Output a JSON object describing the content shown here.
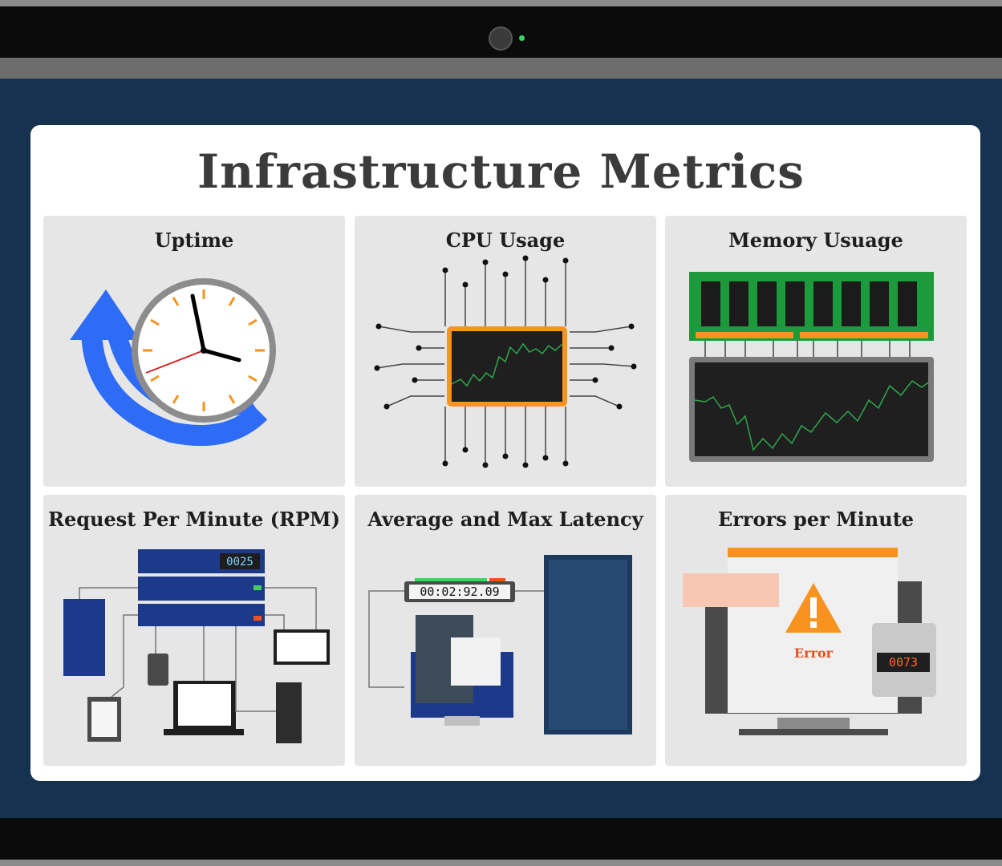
{
  "title": "Infrastructure Metrics",
  "panels": [
    {
      "label": "Uptime",
      "icon": "clock-refresh-icon"
    },
    {
      "label": "CPU Usage",
      "icon": "cpu-chip-icon"
    },
    {
      "label": "Memory Usuage",
      "icon": "memory-module-icon"
    },
    {
      "label": "Request Per Minute (RPM)",
      "icon": "server-network-icon",
      "counter": "0025"
    },
    {
      "label": "Average and Max Latency",
      "icon": "stopwatch-server-icon",
      "timer": "00:02:92.09"
    },
    {
      "label": "Errors per Minute",
      "icon": "error-monitor-icon",
      "error_text": "Error",
      "counter": "0073"
    }
  ],
  "colors": {
    "screen": "#15324f",
    "accent_blue": "#2f6cf6",
    "accent_orange": "#f7931e",
    "panel": "#e6e6e6"
  }
}
